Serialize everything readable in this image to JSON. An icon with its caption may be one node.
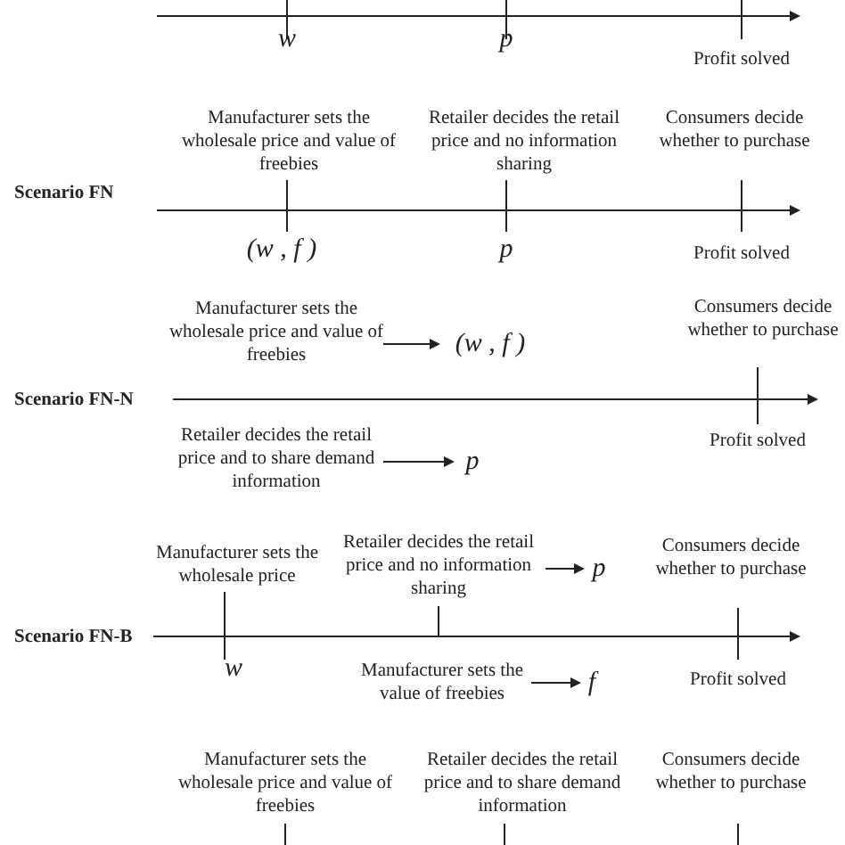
{
  "diagram": {
    "nodes": [
      {
        "text": [
          "Manufacturer sets the wholesale price and value of freebies"
        ]
      },
      {
        "text": [
          "(w , f )"
        ]
      },
      {
        "text": [
          "Retailer decides the retail price and to share demand information"
        ]
      },
      {
        "text": [
          "p"
        ]
      },
      {
        "text": [
          "Retailer decides the retail price and no information sharing"
        ]
      },
      {
        "text": [
          "p"
        ]
      },
      {
        "text": [
          "Manufacturer sets the value of freebies"
        ]
      },
      {
        "text": [
          "f"
        ]
      }
    ],
    "edges": [
      {
        "from": 0,
        "to": 1,
        "arrow": "to"
      },
      {
        "from": 2,
        "to": 3,
        "arrow": "to"
      },
      {
        "from": 4,
        "to": 5,
        "arrow": "to"
      },
      {
        "from": 6,
        "to": 7,
        "arrow": "to"
      }
    ],
    "labels": [
      "w",
      "p",
      "Profit solved",
      "Manufacturer sets the wholesale price and value of freebies",
      "Retailer decides the retail price and no information sharing",
      "Consumers decide whether to purchase",
      "Scenario FN",
      "(w , f )",
      "p",
      "Profit solved",
      "Consumers decide whether to purchase",
      "Scenario FN-N",
      "Profit solved",
      "Manufacturer sets the wholesale price",
      "Consumers decide whether to purchase",
      "Scenario FN-B",
      "w",
      "Profit solved",
      "Manufacturer sets the wholesale price and value of freebies",
      "Retailer decides the retail price and to share demand information",
      "Consumers decide whether to purchase"
    ]
  }
}
